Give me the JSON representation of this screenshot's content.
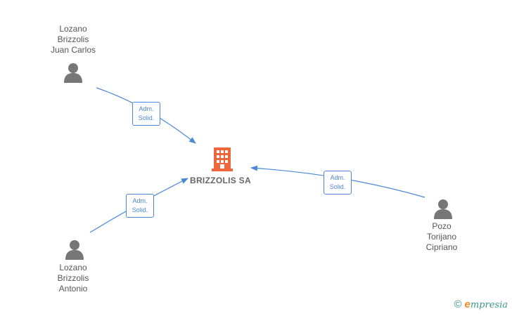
{
  "nodes": {
    "person_top_left": {
      "lines": [
        "Lozano",
        "Brizzolis",
        "Juan Carlos"
      ],
      "icon": "person-icon"
    },
    "person_bottom_left": {
      "lines": [
        "Lozano",
        "Brizzolis",
        "Antonio"
      ],
      "icon": "person-icon"
    },
    "person_right": {
      "lines": [
        "Pozo",
        "Torijano",
        "Cipriano"
      ],
      "icon": "person-icon"
    },
    "company": {
      "label": "BRIZZOLIS SA",
      "icon": "building-icon"
    }
  },
  "edges": [
    {
      "from": "person_top_left",
      "to": "company",
      "label_lines": [
        "Adm.",
        "Solid."
      ]
    },
    {
      "from": "person_bottom_left",
      "to": "company",
      "label_lines": [
        "Adm.",
        "Solid."
      ]
    },
    {
      "from": "person_right",
      "to": "company",
      "label_lines": [
        "Adm.",
        "Solid."
      ]
    }
  ],
  "colors": {
    "edge": "#4a88d8",
    "person_icon": "#777777",
    "company_icon": "#f0663c",
    "text": "#555555"
  },
  "footer": {
    "copyright_symbol": "©",
    "brand_initial": "e",
    "brand_rest": "mpresia"
  }
}
